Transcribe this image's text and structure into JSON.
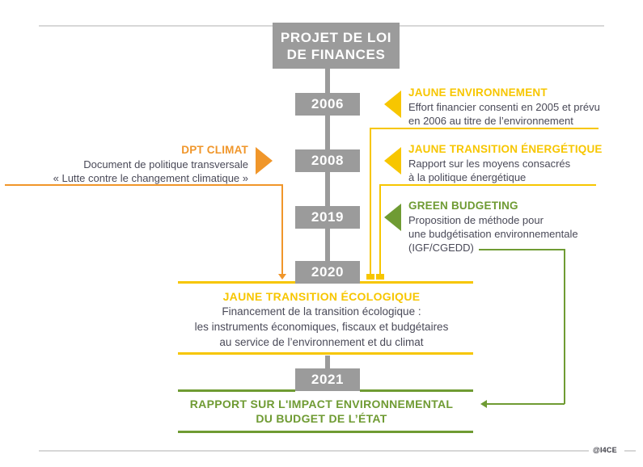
{
  "header": {
    "title_line1": "PROJET DE LOI",
    "title_line2": "DE FINANCES"
  },
  "colors": {
    "yellow": "#f7c600",
    "green": "#6f9b33",
    "orange": "#f0962a",
    "grey": "#9b9b9b",
    "body_text": "#4a4a58",
    "rule": "#d7d7d7"
  },
  "timeline": {
    "years": [
      {
        "label": "2006"
      },
      {
        "label": "2008"
      },
      {
        "label": "2019"
      },
      {
        "label": "2020"
      },
      {
        "label": "2021"
      }
    ]
  },
  "callouts": [
    {
      "id": "jaune-environnement",
      "side": "right",
      "year": "2006",
      "color": "#f7c600",
      "title": "JAUNE ENVIRONNEMENT",
      "body_line1": "Effort financier consenti en 2005 et prévu",
      "body_line2": "en 2006 au titre de l’environnement",
      "body_line3": ""
    },
    {
      "id": "dpt-climat",
      "side": "left",
      "year": "2008",
      "color": "#f0962a",
      "title": "DPT CLIMAT",
      "body_line1": "Document de politique transversale",
      "body_line2": "« Lutte contre le changement climatique »",
      "body_line3": ""
    },
    {
      "id": "jaune-transition-energetique",
      "side": "right",
      "year": "2008",
      "color": "#f7c600",
      "title": "JAUNE TRANSITION ÉNERGÉTIQUE",
      "body_line1": "Rapport sur les moyens consacrés",
      "body_line2": "à la politique énergétique",
      "body_line3": ""
    },
    {
      "id": "green-budgeting",
      "side": "right",
      "year": "2019",
      "color": "#6f9b33",
      "title": "GREEN BUDGETING",
      "body_line1": "Proposition de méthode pour",
      "body_line2": "une budgétisation environnementale",
      "body_line3": "(IGF/CGEDD)"
    }
  ],
  "banners": [
    {
      "id": "jaune-transition-ecologique",
      "year": "2020",
      "color": "#f7c600",
      "title": "JAUNE TRANSITION ÉCOLOGIQUE",
      "body_line1": "Financement de la transition écologique :",
      "body_line2": "les instruments économiques, fiscaux et budgétaires",
      "body_line3": "au service de l’environnement et du climat"
    },
    {
      "id": "rapport-impact-environnemental",
      "year": "2021",
      "color": "#6f9b33",
      "title_line1": "RAPPORT SUR L'IMPACT ENVIRONNEMENTAL",
      "title_line2": "DU BUDGET DE L’ÉTAT"
    }
  ],
  "credit": {
    "label": "@I4CE"
  }
}
